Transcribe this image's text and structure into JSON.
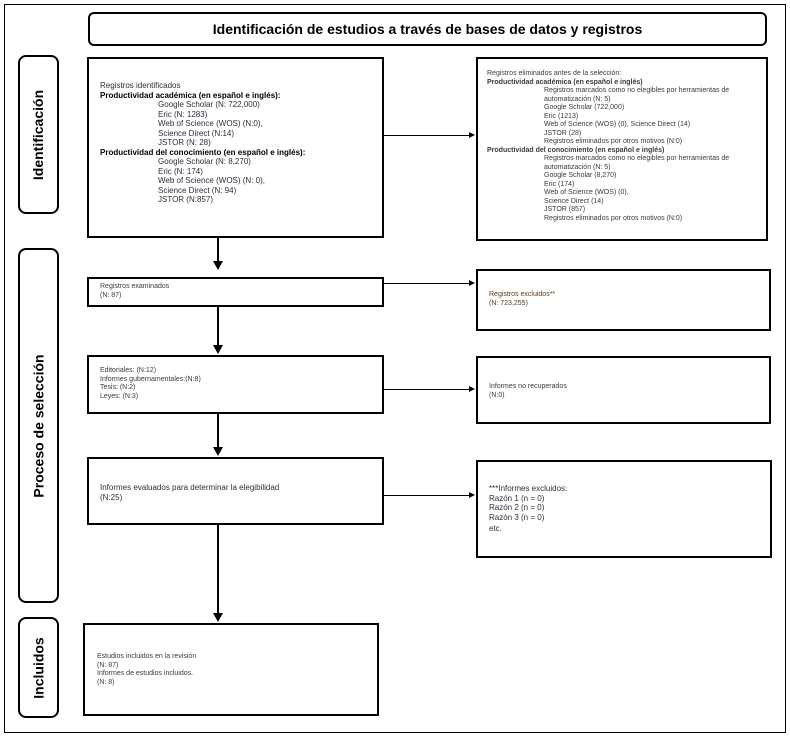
{
  "title": "Identificación de estudios a través de bases de datos y registros",
  "phases": [
    "Identificación",
    "Proceso de selección",
    "Incluidos"
  ],
  "identified": {
    "heading": "Registros identificados",
    "groups": [
      {
        "label": "Productividad académica (en español e inglés):",
        "items": [
          "Google Scholar (N: 722,000)",
          "Eric (N: 1283)",
          "Web of Science (WOS) (N:0),",
          "Science Direct (N:14)",
          "JSTOR (N: 28)"
        ]
      },
      {
        "label": "Productividad del conocimiento (en español e inglés):",
        "items": [
          "Google Scholar (N: 8,270)",
          "Eric (N: 174)",
          "Web of Science (WOS) (N: 0),",
          "Science Direct (N: 94)",
          "JSTOR (N:857)"
        ]
      }
    ]
  },
  "removed": {
    "heading": "Registros eliminados antes de la selección:",
    "groups": [
      {
        "label": "Productividad académica  (en español e inglés)",
        "items": [
          "Registros marcados como no elegibles por herramientas de automatización  (N: 5)",
          "Google Scholar (722,000)",
          "Eric (1213)",
          "Web of Science (WOS) (0), Science Direct (14)",
          "JSTOR (28)",
          "Registros eliminados por otros motivos (N:0)"
        ]
      },
      {
        "label": "Productividad del conocimiento (en español e inglés)",
        "items": [
          "Registros marcados como no elegibles por herramientas de automatización  (N: 5)",
          "Google Scholar (8,270)",
          "Eric (174)",
          "Web of Science (WOS) (0),",
          "Science Direct (14)",
          "JSTOR (857)",
          "Registros eliminados por otros motivos (N:0)"
        ]
      }
    ]
  },
  "screened": [
    "Registros examinados",
    "(N: 87)"
  ],
  "excluded": [
    "Registros excluidos**",
    "(N: 723,255)"
  ],
  "sought": [
    "Editoriales:  (N:12)",
    "Informes gubernamentales:(N:8)",
    "Tesis:  (N:2)",
    "Leyes:  (N:3)"
  ],
  "not_retrieved": [
    "Informes no recuperados",
    "(N:0)"
  ],
  "assessed": [
    "Informes evaluados para determinar la elegibilidad",
    "(N:25)"
  ],
  "reports_excluded": [
    "***Informes excluidos:",
    "Razón 1 (n = 0)",
    "Razón 2 (n = 0)",
    "Razón 3 (n = 0)",
    "etc."
  ],
  "included": [
    "Estudios incluidos en la revisión",
    "(N: 87)",
    "Informes de estudios incluidos.",
    "(N: 8)"
  ]
}
